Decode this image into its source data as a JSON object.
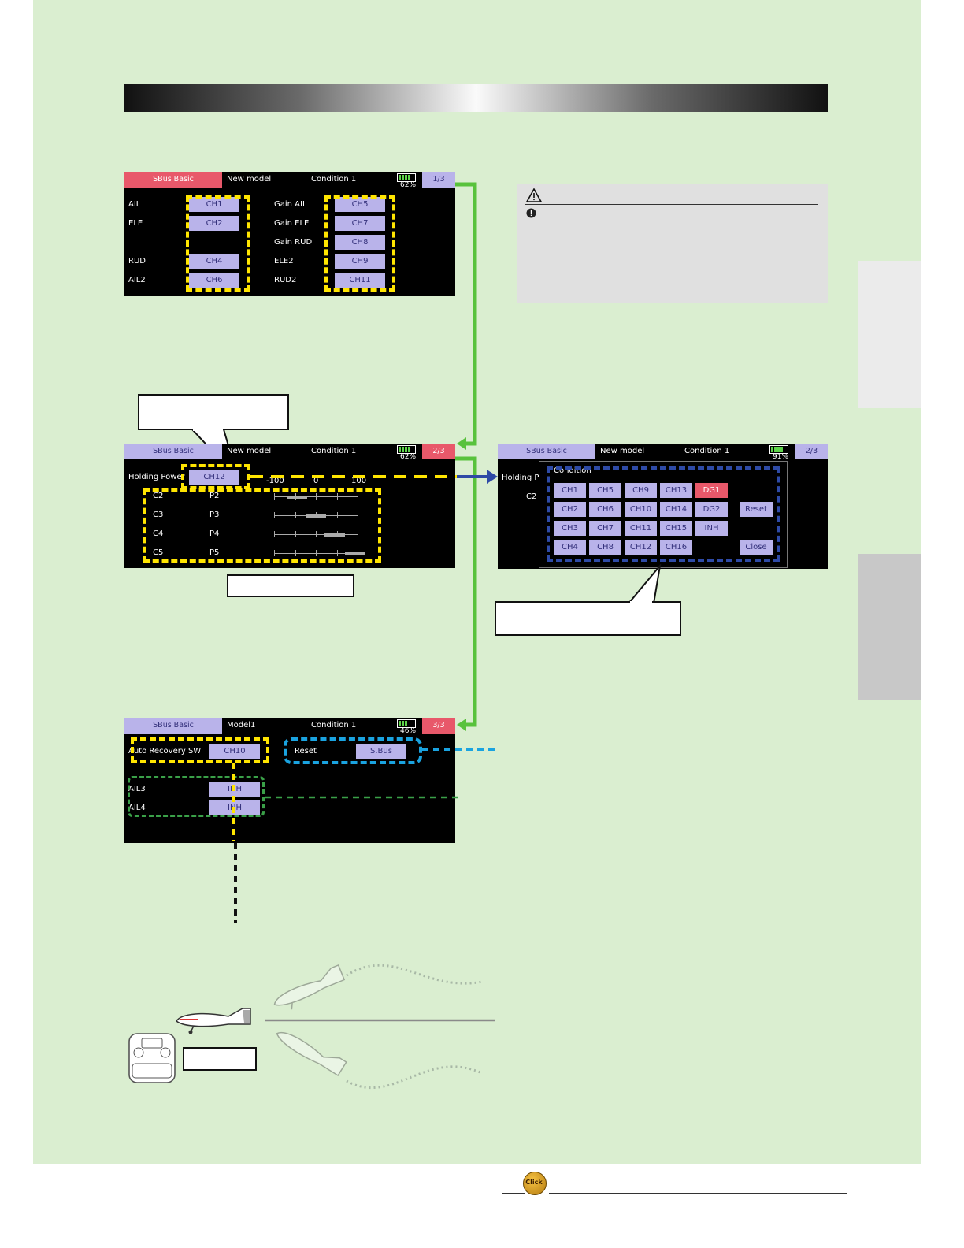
{
  "colors": {
    "background": "#daeed0",
    "accent_red": "#e8586a",
    "button_purple": "#b9b3ea",
    "arrow_green": "#58c23c",
    "highlight_yellow": "#ffe500",
    "highlight_blue": "#2e4aa6",
    "highlight_cyan": "#1aa3e0",
    "highlight_green": "#3aa048"
  },
  "screen1": {
    "tab": "SBus Basic",
    "model": "New model",
    "condition": "Condition 1",
    "battery": "62%",
    "page": "1/3",
    "left_labels": [
      "AIL",
      "ELE",
      "RUD",
      "AIL2"
    ],
    "left_channels": [
      "CH1",
      "CH2",
      "CH4",
      "CH6"
    ],
    "right_labels": [
      "Gain AIL",
      "Gain ELE",
      "Gain RUD",
      "ELE2",
      "RUD2"
    ],
    "right_channels": [
      "CH5",
      "CH7",
      "CH8",
      "CH9",
      "CH11"
    ]
  },
  "screen2": {
    "tab": "SBus Basic",
    "model": "New model",
    "condition": "Condition 1",
    "battery": "62%",
    "page": "2/3",
    "holding_label": "Holding Power",
    "holding_value": "CH12",
    "scale": [
      "-100",
      "0",
      "100"
    ],
    "conditions": [
      "C2",
      "C3",
      "C4",
      "C5"
    ],
    "points": [
      "P2",
      "P3",
      "P4",
      "P5"
    ],
    "slider_levels": [
      -0.45,
      0.0,
      0.45,
      0.95
    ]
  },
  "screen3": {
    "tab": "SBus Basic",
    "model": "New model",
    "condition": "Condition 1",
    "battery": "91%",
    "page": "2/3",
    "holding_label": "Holding P",
    "c2": "C2",
    "popup_title": "Condition",
    "grid": [
      [
        "CH1",
        "CH5",
        "CH9",
        "CH13",
        "DG1"
      ],
      [
        "CH2",
        "CH6",
        "CH10",
        "CH14",
        "DG2"
      ],
      [
        "CH3",
        "CH7",
        "CH11",
        "CH15",
        "INH"
      ],
      [
        "CH4",
        "CH8",
        "CH12",
        "CH16"
      ]
    ],
    "reset": "Reset",
    "close": "Close"
  },
  "screen4": {
    "tab": "SBus Basic",
    "model": "Model1",
    "condition": "Condition 1",
    "battery": "46%",
    "page": "3/3",
    "auto_recovery_label": "Auto Recovery SW",
    "auto_recovery_value": "CH10",
    "reset_label": "Reset",
    "reset_value": "S.Bus",
    "ail3_label": "AIL3",
    "ail3_value": "INH",
    "ail4_label": "AIL4",
    "ail4_value": "INH"
  },
  "icons": [
    "warning-triangle-icon",
    "exclamation-circle-icon",
    "airplane-icon",
    "transmitter-icon",
    "click-icon"
  ],
  "footer": {
    "click_label": "Click"
  }
}
